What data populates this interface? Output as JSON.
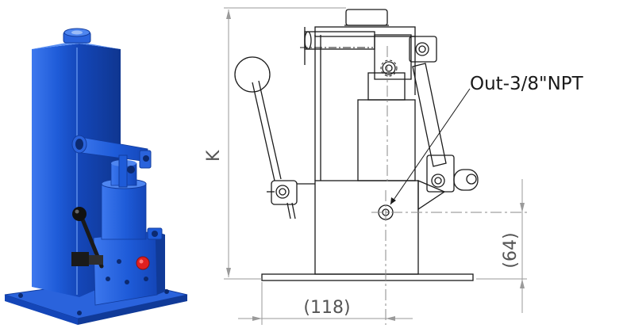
{
  "labels": {
    "outlet": "Out-3/8\"NPT",
    "height_dim": "K",
    "outlet_height_dim": "(64)",
    "outlet_offset_dim": "(118)"
  },
  "colors": {
    "pump_blue": "#1e5bd8",
    "pump_blue_dark": "#123c9e",
    "pump_blue_light": "#4f86f0",
    "line": "#1a1a1a",
    "dim_line": "#9a9a9a",
    "dim_text": "#555555",
    "red_plug": "#e02020"
  }
}
